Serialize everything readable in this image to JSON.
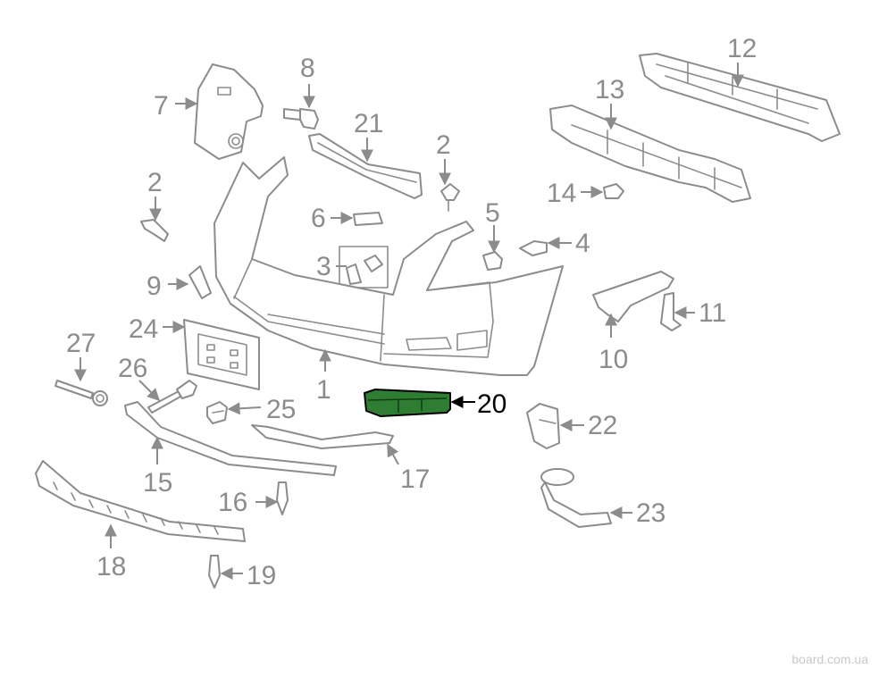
{
  "diagram": {
    "highlight_color": "#2e7d32",
    "line_color": "#8c8c8c",
    "callouts": {
      "c1": "1",
      "c2a": "2",
      "c2b": "2",
      "c3": "3",
      "c4": "4",
      "c5": "5",
      "c6": "6",
      "c7": "7",
      "c8": "8",
      "c9": "9",
      "c10": "10",
      "c11": "11",
      "c12": "12",
      "c13": "13",
      "c14": "14",
      "c15": "15",
      "c16": "16",
      "c17": "17",
      "c18": "18",
      "c19": "19",
      "c20": "20",
      "c21": "21",
      "c22": "22",
      "c23": "23",
      "c24": "24",
      "c25": "25",
      "c26": "26",
      "c27": "27"
    },
    "highlighted_callout": "20"
  },
  "watermark": "board.com.ua"
}
